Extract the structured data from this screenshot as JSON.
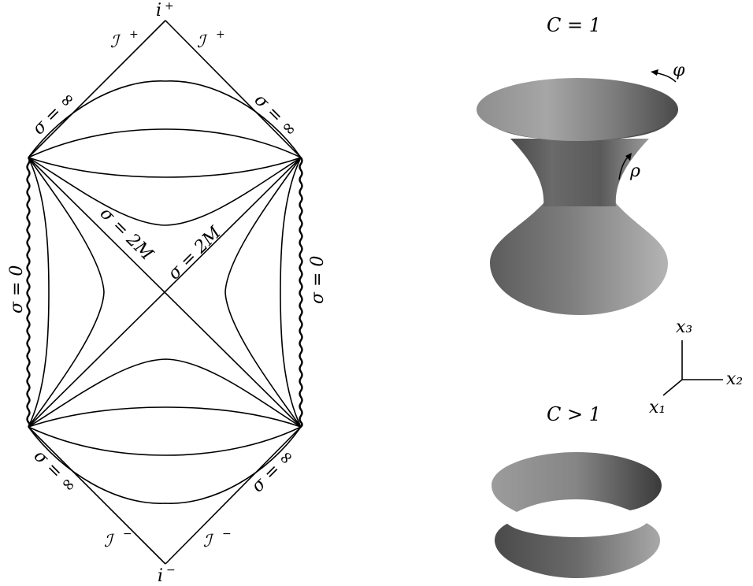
{
  "penrose": {
    "i_plus": "i",
    "i_plus_sup": "+",
    "i_minus": "i",
    "i_minus_sup": "−",
    "scri_plus_left": "ℐ",
    "scri_plus_right": "ℐ",
    "scri_plus_sup": "+",
    "scri_minus_left": "ℐ",
    "scri_minus_right": "ℐ",
    "scri_minus_sup": "−",
    "sigma_inf_ul": "σ = ∞",
    "sigma_inf_ur": "σ = ∞",
    "sigma_inf_ll": "σ = ∞",
    "sigma_inf_lr": "σ = ∞",
    "sigma_zero_left": "σ = 0",
    "sigma_zero_right": "σ = 0",
    "sigma_2m_a": "σ = 2M",
    "sigma_2m_b": "σ = 2M"
  },
  "surfaces": {
    "c1_title": "C = 1",
    "cgt1_title": "C > 1",
    "phi_label": "φ",
    "rho_label": "ρ",
    "surface_color": "#8a8a8a"
  },
  "axes": {
    "x3": "x₃",
    "x2": "x₂",
    "x1": "x₁"
  }
}
